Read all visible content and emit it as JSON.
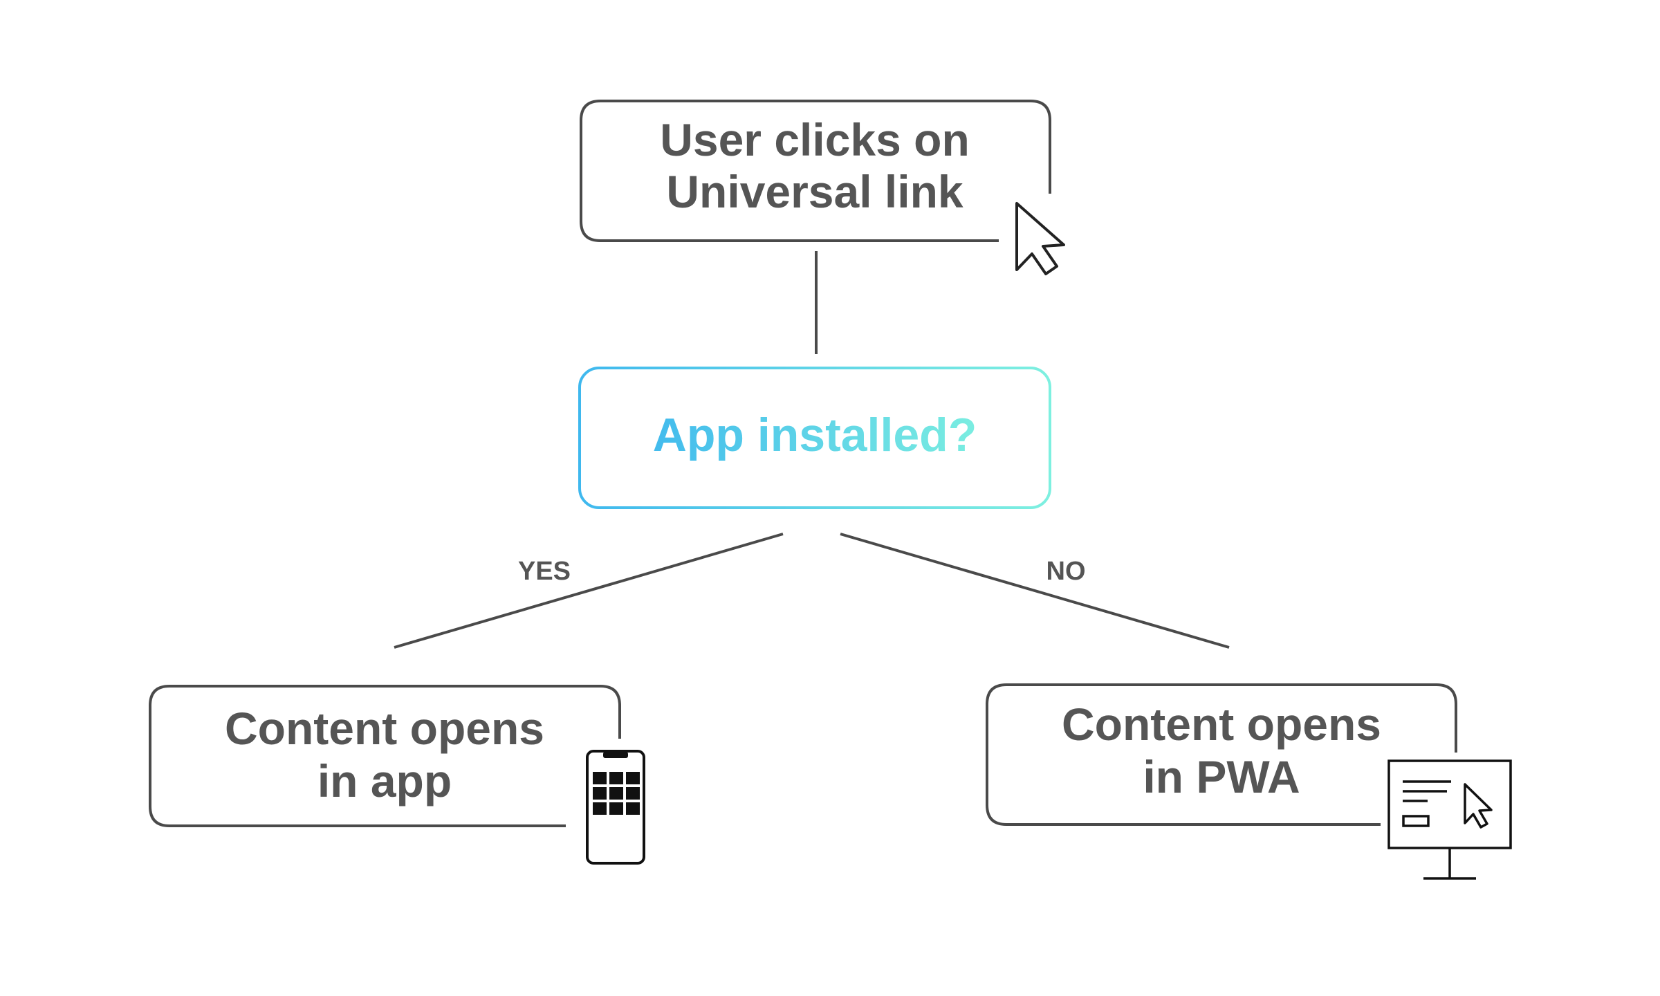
{
  "nodes": {
    "start": {
      "line1": "User clicks on",
      "line2": "Universal link"
    },
    "decision": {
      "label": "App installed?"
    },
    "yes_result": {
      "line1": "Content opens",
      "line2": "in app"
    },
    "no_result": {
      "line1": "Content opens",
      "line2": "in PWA"
    }
  },
  "edges": {
    "yes_label": "YES",
    "no_label": "NO"
  },
  "colors": {
    "stroke": "#4a4a4a",
    "text": "#555555",
    "gradient_start": "#3fb8ee",
    "gradient_end": "#7ef0e0",
    "background": "#ffffff"
  },
  "icons": [
    "cursor-arrow-icon",
    "smartphone-icon",
    "desktop-monitor-icon"
  ]
}
